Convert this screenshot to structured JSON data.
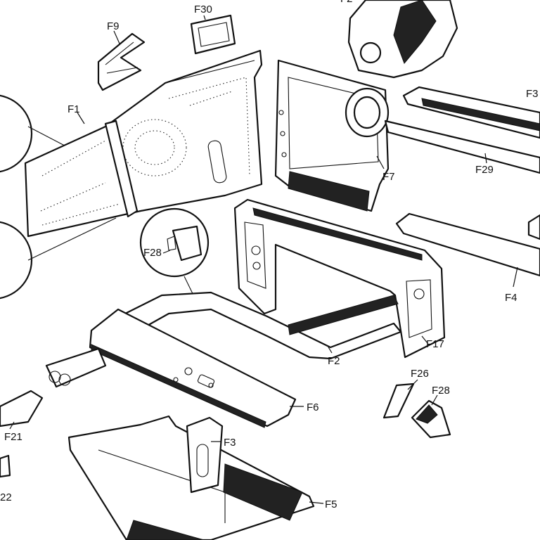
{
  "diagram": {
    "labels": {
      "f9": "F9",
      "f30": "F30",
      "f27_partial": "F2",
      "f3_right_partial": "F3",
      "f1": "F1",
      "f7": "F7",
      "f29": "F29",
      "f28_top": "F28",
      "f4": "F4",
      "f17": "F17",
      "f2": "F2",
      "f26": "F26",
      "f28_right": "F28",
      "f6": "F6",
      "f21": "F21",
      "f3": "F3",
      "f5": "F5",
      "f22_partial": "22"
    }
  }
}
